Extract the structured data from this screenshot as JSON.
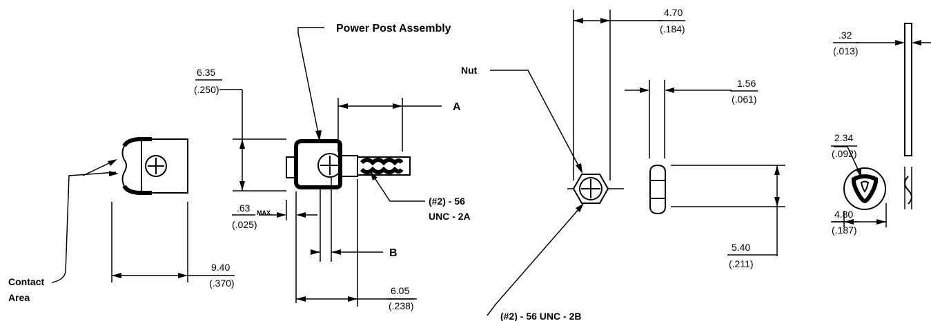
{
  "labels": {
    "power_post": "Power Post Assembly",
    "nut": "Nut",
    "contact_area_line1": "Contact",
    "contact_area_line2": "Area",
    "thread_ext_line1": "(#2) - 56",
    "thread_ext_line2": "UNC - 2A",
    "thread_int": "(#2) - 56 UNC - 2B",
    "max": "MAX.",
    "callout_a": "A",
    "callout_b": "B"
  },
  "dimensions": [
    {
      "id": "d-6-35",
      "mm": "6.35",
      "inch": "(.250)"
    },
    {
      "id": "d-0-63",
      "mm": ".63",
      "inch": "(.025)"
    },
    {
      "id": "d-9-40",
      "mm": "9.40",
      "inch": "(.370)"
    },
    {
      "id": "d-6-05",
      "mm": "6.05",
      "inch": "(.238)"
    },
    {
      "id": "d-4-70",
      "mm": "4.70",
      "inch": "(.184)"
    },
    {
      "id": "d-1-56",
      "mm": "1.56",
      "inch": "(.061)"
    },
    {
      "id": "d-5-40",
      "mm": "5.40",
      "inch": "(.211)"
    },
    {
      "id": "d-0-32",
      "mm": ".32",
      "inch": "(.013)"
    },
    {
      "id": "d-2-34",
      "mm": "2.34",
      "inch": "(.092)"
    },
    {
      "id": "d-4-80",
      "mm": "4.80",
      "inch": "(.187)"
    }
  ]
}
